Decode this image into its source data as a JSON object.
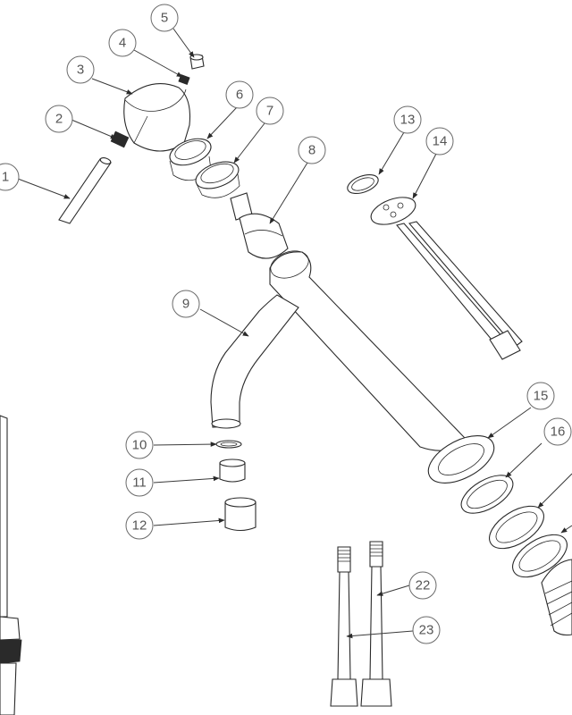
{
  "callouts": [
    {
      "number": "1"
    },
    {
      "number": "2"
    },
    {
      "number": "3"
    },
    {
      "number": "4"
    },
    {
      "number": "5"
    },
    {
      "number": "6"
    },
    {
      "number": "7"
    },
    {
      "number": "8"
    },
    {
      "number": "9"
    },
    {
      "number": "10"
    },
    {
      "number": "11"
    },
    {
      "number": "12"
    },
    {
      "number": "13"
    },
    {
      "number": "14"
    },
    {
      "number": "15"
    },
    {
      "number": "16"
    },
    {
      "number": "22"
    },
    {
      "number": "23"
    }
  ]
}
